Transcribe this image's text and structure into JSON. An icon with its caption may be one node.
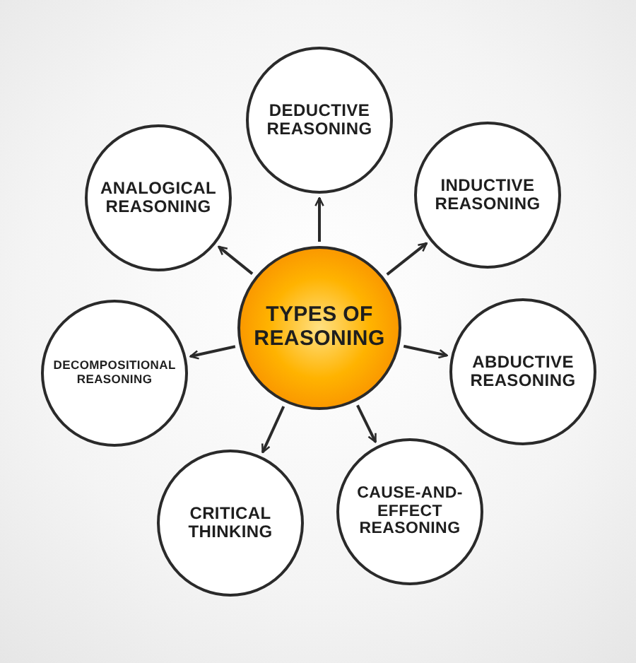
{
  "diagram": {
    "nodes": [
      {
        "text": [
          "TYPES OF REASONING"
        ]
      },
      {
        "text": [
          "DEDUCTIVE REASONING"
        ]
      },
      {
        "text": [
          "INDUCTIVE REASONING"
        ]
      },
      {
        "text": [
          "ABDUCTIVE REASONING"
        ]
      },
      {
        "text": [
          "CAUSE-AND-EFFECT REASONING"
        ]
      },
      {
        "text": [
          "CRITICAL THINKING"
        ]
      },
      {
        "text": [
          "DECOMPOSITIONAL REASONING"
        ]
      },
      {
        "text": [
          "ANALOGICAL REASONING"
        ]
      }
    ],
    "edges": [
      {
        "from": 0,
        "to": 1,
        "arrow": "to"
      },
      {
        "from": 0,
        "to": 2,
        "arrow": "to"
      },
      {
        "from": 0,
        "to": 3,
        "arrow": "to"
      },
      {
        "from": 0,
        "to": 4,
        "arrow": "to"
      },
      {
        "from": 0,
        "to": 5,
        "arrow": "to"
      },
      {
        "from": 0,
        "to": 6,
        "arrow": "to"
      },
      {
        "from": 0,
        "to": 7,
        "arrow": "to"
      }
    ]
  }
}
